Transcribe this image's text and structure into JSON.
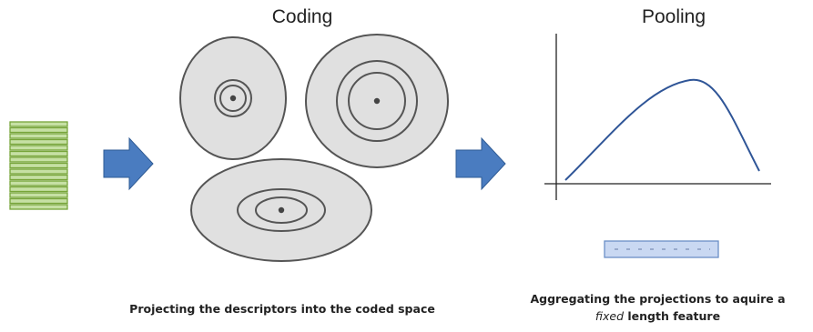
{
  "coding": {
    "title": "Coding",
    "caption": "Projecting the descriptors into the coded space"
  },
  "pooling": {
    "title": "Pooling",
    "caption_line1": "Aggregating the projections to aquire a",
    "caption_emph": "fixed",
    "caption_line2_rest": " length feature"
  },
  "colors": {
    "descriptor_fill": "#c6e0a4",
    "descriptor_stroke": "#77a53a",
    "arrow_fill": "#4a7cc0",
    "arrow_stroke": "#2f5b94",
    "codeword_fill": "#e0e0e0",
    "codeword_stroke": "#555555",
    "curve_stroke": "#2f5597",
    "axis_stroke": "#222222",
    "feature_fill": "#c9d8f2",
    "feature_stroke": "#6b8fc7",
    "feature_dash": "#7b8fb5"
  },
  "descriptor_count": 15
}
